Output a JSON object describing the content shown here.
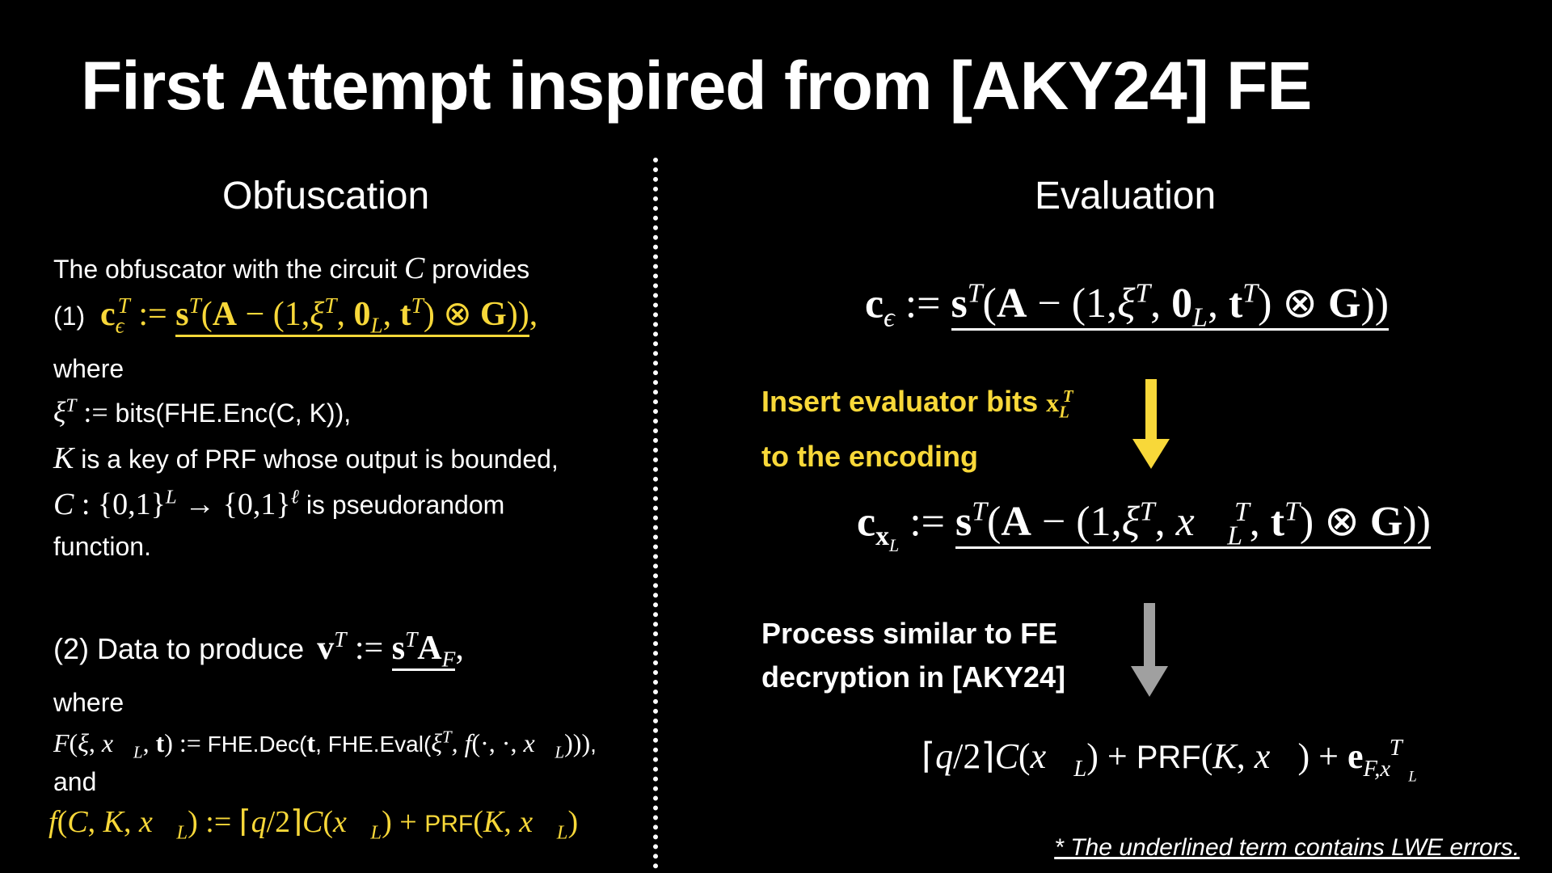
{
  "slide": {
    "title": "First Attempt inspired from [AKY24] FE",
    "footnote": "* The underlined term contains LWE errors."
  },
  "obfuscation": {
    "heading": "Obfuscation",
    "intro_text": "The obfuscator with the circuit",
    "intro_var": "C",
    "intro_end": "provides",
    "item1_label": "(1)",
    "item1_formula": "c_ε^T := s^T(A − (1, ξ^T, 0_L, t^T) ⊗ G))",
    "where1": "where",
    "xi_def_lhs": "ξ^T :=",
    "xi_def_rhs": "bits(FHE.Enc(C, K)),",
    "k_var": "K",
    "k_desc": "is a key of PRF whose output is bounded,",
    "c_domain": "C : {0,1}^L → {0,1}^ℓ",
    "c_desc": "is pseudorandom",
    "function_word": "function.",
    "item2_text": "(2) Data to produce",
    "item2_formula": "v^T := s^T A_F,",
    "where2": "where",
    "f_def": "F(ξ, x_L, t) := FHE.Dec(t, FHE.Eval(ξ^T, f(·,·, x_L))),",
    "and_word": "and",
    "f_small_def": "f(C, K, x_L) := ⌈q/2⌉C(x_L) + PRF(K, x_L)"
  },
  "evaluation": {
    "heading": "Evaluation",
    "formula_top": "c_ε := s^T(A − (1, ξ^T, 0_L, t^T) ⊗ G))",
    "insert_text_line1": "Insert evaluator bits",
    "insert_var": "x_L^T",
    "insert_text_line2": "to the encoding",
    "formula_mid": "c_xL := s^T(A − (1, ξ^T, x_L^T, t^T) ⊗ G))",
    "process_line1": "Process similar to FE",
    "process_line2": "decryption in [AKY24]",
    "formula_bottom": "⌈q/2⌉C(x_L) + PRF(K, x) + e_F,xL^T"
  },
  "colors": {
    "background": "#000000",
    "text": "#ffffff",
    "highlight": "#f8d839",
    "grey_arrow": "#a0a0a0"
  }
}
